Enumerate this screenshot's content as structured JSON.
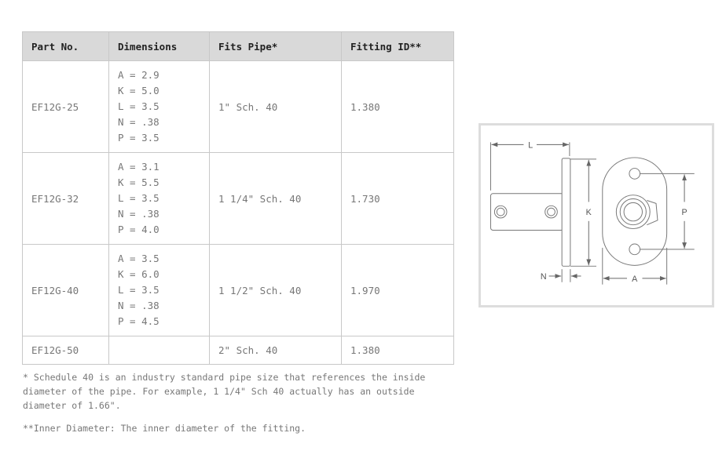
{
  "table": {
    "headers": [
      "Part No.",
      "Dimensions",
      "Fits Pipe*",
      "Fitting ID**"
    ],
    "rows": [
      {
        "part": "EF12G-25",
        "dims": [
          "A = 2.9",
          "K = 5.0",
          "L = 3.5",
          "N = .38",
          "P = 3.5"
        ],
        "pipe": "1\" Sch. 40",
        "id": "1.380"
      },
      {
        "part": "EF12G-32",
        "dims": [
          "A = 3.1",
          "K = 5.5",
          "L = 3.5",
          "N = .38",
          "P = 4.0"
        ],
        "pipe": "1 1/4\" Sch. 40",
        "id": "1.730"
      },
      {
        "part": "EF12G-40",
        "dims": [
          "A = 3.5",
          "K = 6.0",
          "L = 3.5",
          "N = .38",
          "P = 4.5"
        ],
        "pipe": "1 1/2\" Sch. 40",
        "id": "1.970"
      },
      {
        "part": "EF12G-50",
        "dims": [],
        "pipe": "2\" Sch. 40",
        "id": "1.380"
      }
    ]
  },
  "notes": {
    "schedule": "* Schedule 40 is an industry standard pipe size that references the inside diameter of the pipe. For example, 1 1/4\" Sch 40 actually has an outside diameter of 1.66\".",
    "inner": "**Inner Diameter: The inner diameter of the fitting."
  },
  "diagram": {
    "labels": {
      "L": "L",
      "K": "K",
      "P": "P",
      "N": "N",
      "A": "A"
    }
  }
}
